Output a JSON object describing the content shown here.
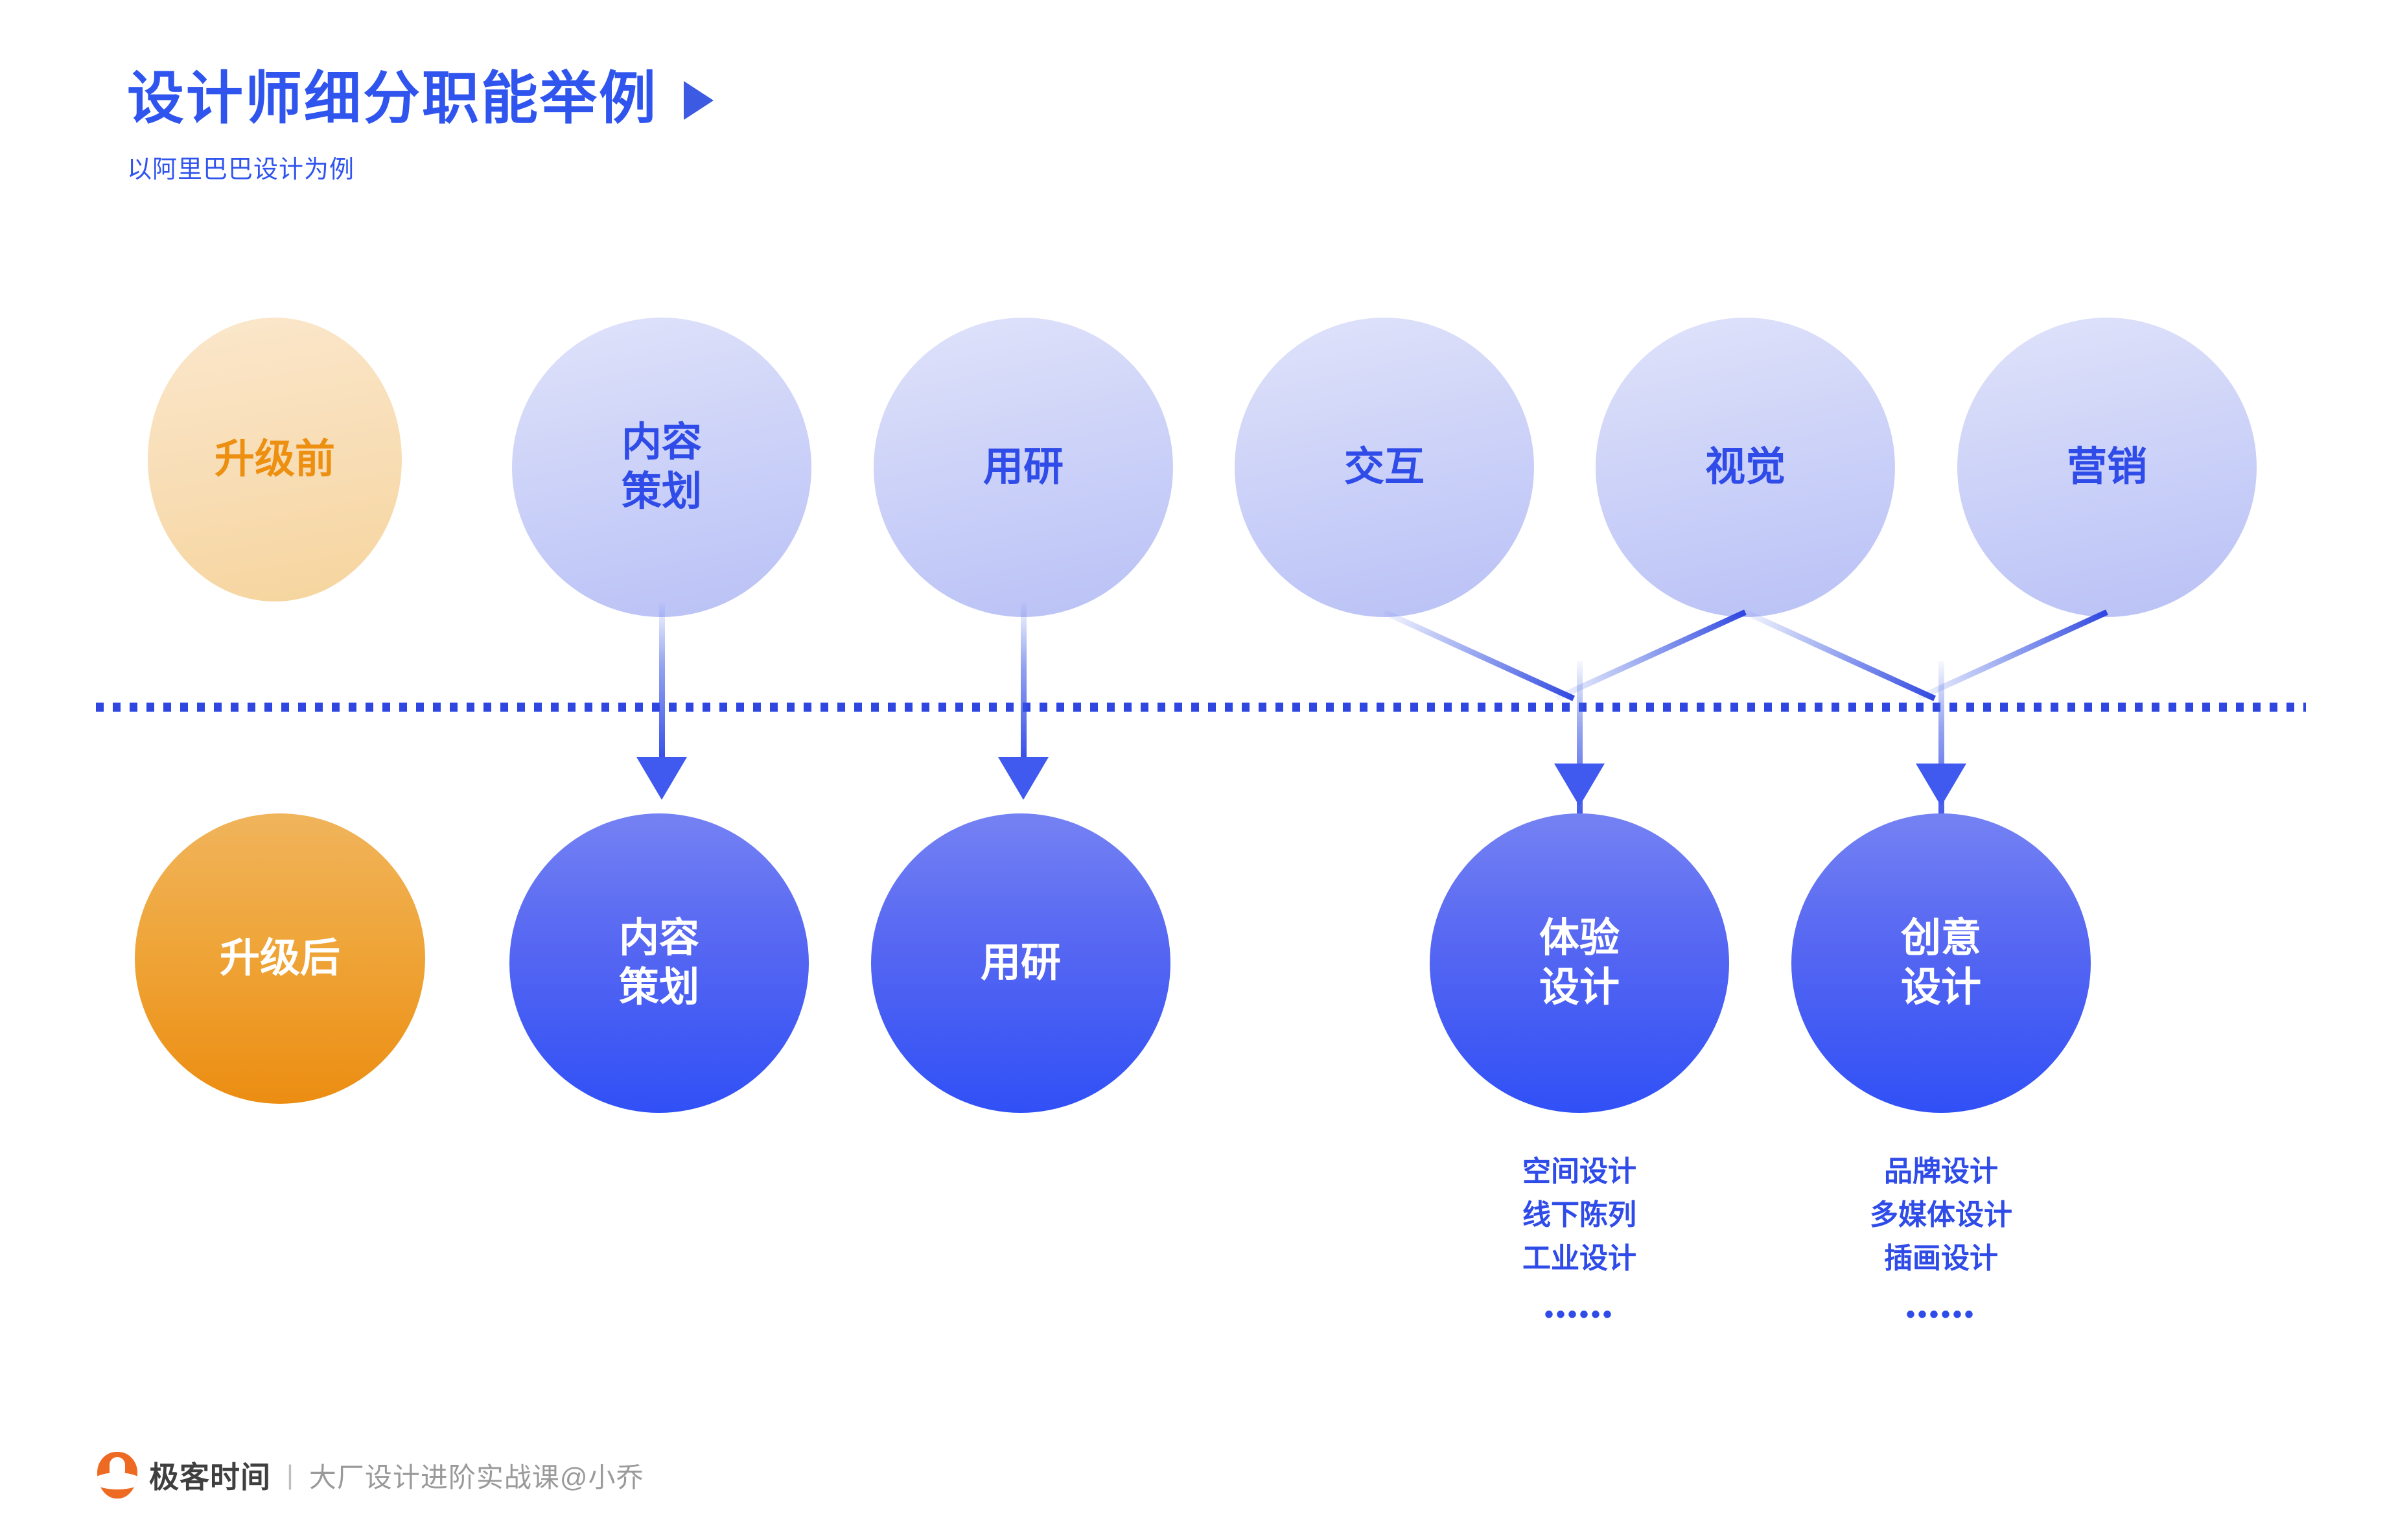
{
  "header": {
    "title": "设计师细分职能举例",
    "title_icon": "play-triangle-icon",
    "subtitle": "以阿里巴巴设计为例"
  },
  "colors": {
    "title_blue": "#2F55EE",
    "accent_orange": "#ED9011",
    "node_blue_light": "#CCD2F8",
    "node_blue_solid": "#4059EE",
    "node_orange_solid": "#EFA437",
    "divider": "#2F47E0",
    "footer_gray": "#9A9A9A",
    "logo_orange": "#EE6A23"
  },
  "rows": {
    "before": {
      "badge": "升级前",
      "nodes": [
        {
          "label": "内容\n策划"
        },
        {
          "label": "用研"
        },
        {
          "label": "交互"
        },
        {
          "label": "视觉"
        },
        {
          "label": "营销"
        }
      ]
    },
    "after": {
      "badge": "升级后",
      "nodes": [
        {
          "label": "内容\n策划",
          "sublist": null
        },
        {
          "label": "用研",
          "sublist": null
        },
        {
          "label": "体验\n设计",
          "sublist": [
            "空间设计",
            "线下陈列",
            "工业设计"
          ],
          "more": "••••••"
        },
        {
          "label": "创意\n设计",
          "sublist": [
            "品牌设计",
            "多媒体设计",
            "插画设计"
          ],
          "more": "••••••"
        }
      ]
    }
  },
  "footer": {
    "logo_icon": "geekbang-logo-icon",
    "brand": "极客时间",
    "separator": "|",
    "course": "大厂设计进阶实战课@小乔"
  }
}
